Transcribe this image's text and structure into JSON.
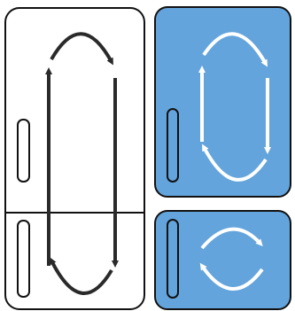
{
  "diagram": {
    "panels": [
      {
        "name": "white-fridge-panel",
        "style": "outline",
        "doors": 2,
        "airflow": "single-loop-across-both-doors"
      },
      {
        "name": "blue-upper-panel",
        "style": "filled",
        "doors": 1,
        "airflow": "tall-loop"
      },
      {
        "name": "blue-lower-panel",
        "style": "filled",
        "doors": 1,
        "airflow": "circular-loop"
      }
    ],
    "colors": {
      "outline": "#111111",
      "panel_fill_white": "#ffffff",
      "panel_fill_blue": "#64a4dc",
      "arrow_dark": "#2a2a2a",
      "arrow_light": "#ffffff"
    },
    "icons": [
      "up-arrow-icon",
      "down-arrow-icon",
      "curved-arrow-icon",
      "handle-icon"
    ]
  }
}
